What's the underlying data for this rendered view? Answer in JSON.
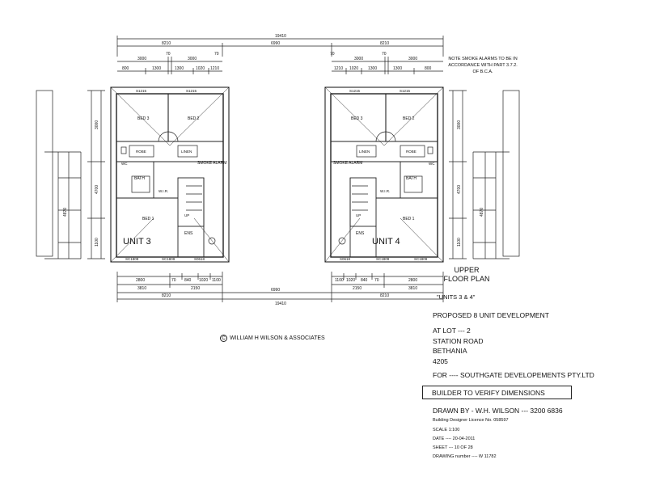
{
  "drawing": {
    "note": "NOTE SMOKE ALARMS TO BE IN ACCORDANCE WITH PART 3.7.2. OF B.C.A.",
    "plan_label": "UPPER FLOOR PLAN",
    "units_label": "\"UNITS 3 & 4\"",
    "unit3": "UNIT 3",
    "unit4": "UNIT 4",
    "copyright": "WILLIAM H WILSON & ASSOCIATES",
    "copyright_symbol": "C"
  },
  "rooms": {
    "bed1": "BED 1",
    "bed2": "BED 2",
    "bed3": "BED 3",
    "bath": "BATH",
    "ens": "ENS",
    "robe": "ROBE",
    "linen": "LINEN",
    "smoke_alarm": "SMOKE ALARM",
    "wir": "W.I.R.",
    "wc": "WC",
    "up": "UP"
  },
  "dimensions": {
    "overall": "19410",
    "top_half": "8210",
    "top_mid": "6990",
    "top_left_sub": [
      "3000",
      "70",
      "3000",
      "70"
    ],
    "top_left_windows": [
      "800",
      "1300",
      "1300",
      "1020",
      "1210"
    ],
    "top_right_sub": [
      "70",
      "3000",
      "70",
      "3000"
    ],
    "top_right_windows": [
      "1210",
      "1020",
      "1300",
      "1300",
      "800"
    ],
    "bottom_left_sub": [
      "2800",
      "70",
      "840",
      "1020",
      "1100"
    ],
    "bottom_left_mid": [
      "3810",
      "2150"
    ],
    "bottom_right_mid": [
      "2150",
      "3810"
    ],
    "bottom_right_sub": [
      "1100",
      "1020",
      "840",
      "70",
      "2800"
    ],
    "side_left": [
      "3000",
      "4700",
      "4870",
      "1100"
    ],
    "side_right": [
      "3000",
      "4700",
      "4870",
      "1100"
    ],
    "windows": [
      "S1215",
      "S1215",
      "SC1809",
      "SC1809",
      "S0618"
    ]
  },
  "title_block": {
    "project": "PROPOSED 8 UNIT DEVELOPMENT",
    "lot": "AT LOT --- 2",
    "road": "STATION ROAD",
    "town": "BETHANIA",
    "postcode": "4205",
    "client": "FOR ---- SOUTHGATE DEVELOPEMENTS PTY.LTD",
    "verify": "BUILDER TO VERIFY DIMENSIONS",
    "drawn_by": "DRAWN BY  - W.H. WILSON --- 3200 6836",
    "licence": "Building Designer Licence No. 058597",
    "scale": "SCALE 1:100",
    "date": "DATE ---- 20-04-2011",
    "sheet": "SHEET --- 10 OF 28",
    "drawing_number": "DRAWING number ---- W 11782"
  }
}
